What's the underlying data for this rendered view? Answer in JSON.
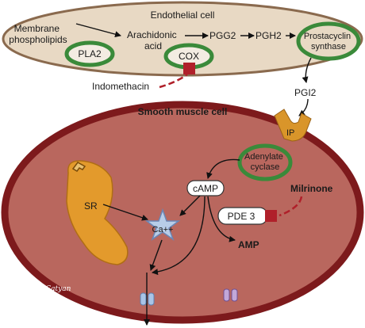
{
  "endothelial": {
    "title": "Endothelial cell",
    "membrane_line1": "Membrane",
    "membrane_line2": "phospholipids",
    "arachidonic_line1": "Arachidonic",
    "arachidonic_line2": "acid",
    "pgg2": "PGG2",
    "pgh2": "PGH2",
    "pla2": "PLA2",
    "cox": "COX",
    "prostacyclin_line1": "Prostacyclin",
    "prostacyclin_line2": "synthase"
  },
  "indomethacin": "Indomethacin",
  "pgi2": "PGI2",
  "smooth_muscle": {
    "title": "Smooth muscle cell",
    "ip": "IP",
    "adenylate_line1": "Adenylate",
    "adenylate_line2": "cyclase",
    "camp": "cAMP",
    "milrinone": "Milrinone",
    "pde3": "PDE 3",
    "amp": "AMP",
    "sr": "SR",
    "ca": "Ca++"
  },
  "signature": "Satyan",
  "colors": {
    "endothelial_fill": "#e8d9c4",
    "endothelial_stroke": "#8a6a4e",
    "smooth_fill": "#b9675e",
    "smooth_stroke": "#7d1a1c",
    "enzyme_green": "#3a8a3a",
    "inhibitor_red": "#b0202a",
    "sr_orange": "#e39a2c",
    "ip_orange": "#d9952a",
    "calcium_blue": "#b8cde8"
  }
}
